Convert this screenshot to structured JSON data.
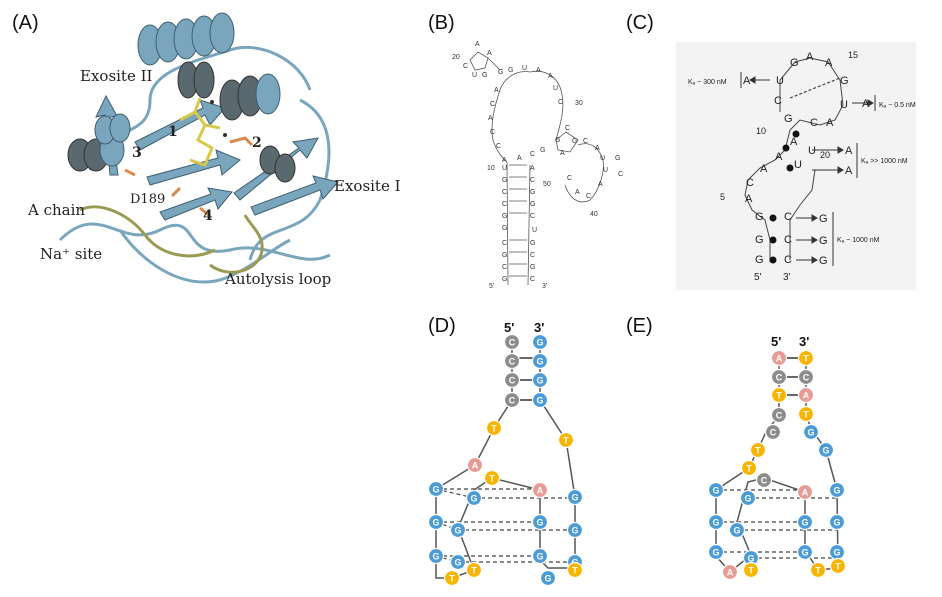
{
  "panels": {
    "A": {
      "label": "(A)",
      "annotations": {
        "exosite2": "Exosite II",
        "exosite1": "Exosite I",
        "a_chain": "A chain",
        "na_site": "Na⁺ site",
        "autolysis": "Autolysis loop",
        "d189": "D189",
        "n1": "1",
        "n2": "2",
        "n3": "3",
        "n4": "4"
      },
      "colors": {
        "ribbon": "#7aa6bd",
        "ribbon_dark": "#5a6870",
        "ligand": "#e5d85a",
        "a_chain": "#9a9a52"
      }
    },
    "B": {
      "label": "(B)",
      "nt": {
        "n20": "20",
        "n30": "30",
        "n10": "10",
        "n50": "50",
        "n40": "40",
        "five": "5'",
        "three": "3'"
      }
    },
    "C": {
      "label": "(C)",
      "kd_300": "Kₐ ~ 300 nM",
      "kd_05": "Kₐ ~ 0.5 nM",
      "kd_1000a": "Kₐ >> 1000 nM",
      "kd_1000b": "Kₐ ~ 1000 nM",
      "n15": "15",
      "n10": "10",
      "n20": "20",
      "n5": "5",
      "five": "5'",
      "three": "3'"
    },
    "D": {
      "label": "(D)",
      "five": "5'",
      "three": "3'"
    },
    "E": {
      "label": "(E)",
      "five": "5'",
      "three": "3'"
    }
  },
  "base_colors": {
    "G": "#4a9bd6",
    "C": "#8c8c8c",
    "T": "#f7b500",
    "A": "#e89a94"
  }
}
